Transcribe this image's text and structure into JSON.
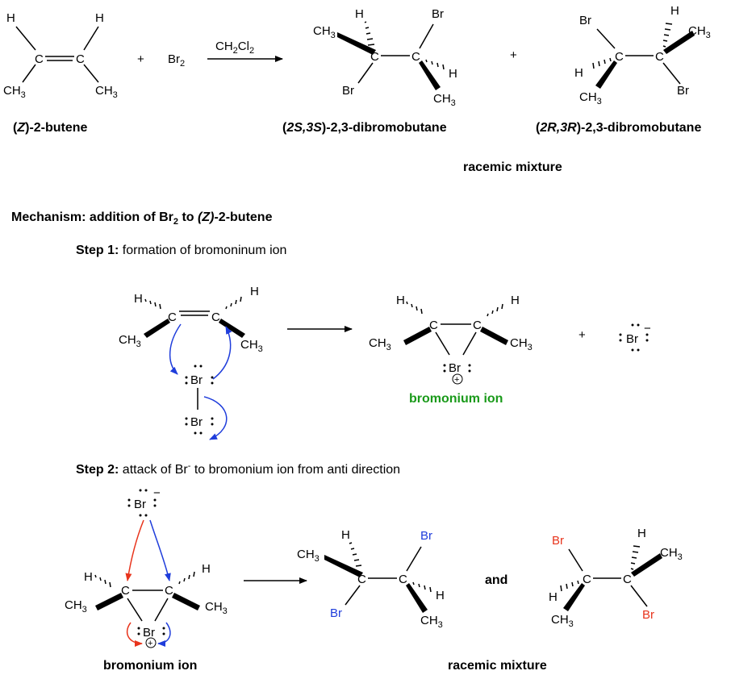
{
  "reaction": {
    "reactant_name_prefix": "(",
    "reactant_name_stereo": "Z",
    "reactant_name_suffix": ")-2-butene",
    "plus": "+",
    "reagent": "Br",
    "reagent_sub": "2",
    "solvent": "CH",
    "solvent_sub1": "2",
    "solvent_mid": "Cl",
    "solvent_sub2": "2",
    "product1_prefix": "(",
    "product1_stereo": "2S,3S",
    "product1_suffix": ")-2,3-dibromobutane",
    "product2_prefix": "(",
    "product2_stereo": "2R,3R",
    "product2_suffix": ")-2,3-dibromobutane",
    "racemic_label": "racemic mixture"
  },
  "mechanism": {
    "title_a": "Mechanism: addition of Br",
    "title_sub": "2",
    "title_b": " to ",
    "title_c": "(Z)",
    "title_d": "-2-butene",
    "step1_label": "Step 1:",
    "step1_text": " formation of bromoninum ion",
    "bromonium_label": "bromonium ion",
    "step2_label": "Step 2:",
    "step2_text_a": " attack of Br",
    "step2_sup": "-",
    "step2_text_b": " to bromonium ion from anti direction",
    "and_label": "and",
    "bromonium_label_2": "bromonium ion",
    "racemic_label_2": "racemic mixture"
  },
  "atoms": {
    "H": "H",
    "C": "C",
    "Br": "Br",
    "CH": "CH",
    "sub3": "3",
    "minus": "−",
    "plus_charge": "+"
  },
  "colors": {
    "green": "#1a9a1a",
    "blue": "#1f3ddb",
    "red": "#e8341c",
    "black": "#000000"
  }
}
